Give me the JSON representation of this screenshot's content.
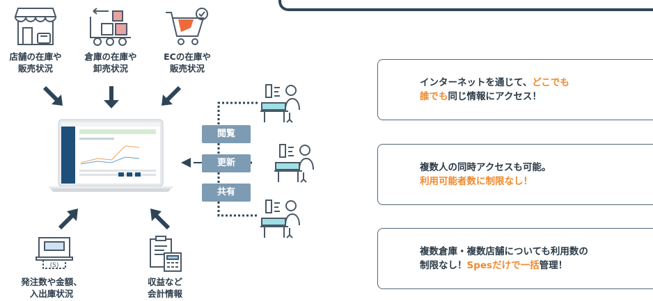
{
  "sources": [
    {
      "line1": "店舗の在庫や",
      "line2": "販売状況"
    },
    {
      "line1": "倉庫の在庫や",
      "line2": "卸売状況"
    },
    {
      "line1": "ECの在庫や",
      "line2": "販売状況"
    },
    {
      "line1": "発注数や金額、",
      "line2": "入出庫状況"
    },
    {
      "line1": "収益など",
      "line2": "会計情報"
    }
  ],
  "actions": [
    "閲覧",
    "更新",
    "共有"
  ],
  "cards": [
    {
      "l1a": "インターネットを通じて、",
      "l1b": "どこでも",
      "l2a": "誰でも",
      "l2b": "同じ情報にアクセス！"
    },
    {
      "l1": "複数人の同時アクセスも可能。",
      "l2": "利用可能者数に制限なし！"
    },
    {
      "l1": "複数倉庫・複数店舗についても利用数の",
      "l2a": "制限なし！",
      "l2b": "Spesだけで一括",
      "l2c": "管理！"
    }
  ],
  "colors": {
    "dark": "#2b3a47",
    "accent": "#ef8a2d",
    "tag": "#7d9bb3",
    "dotline": "#2f4557"
  }
}
